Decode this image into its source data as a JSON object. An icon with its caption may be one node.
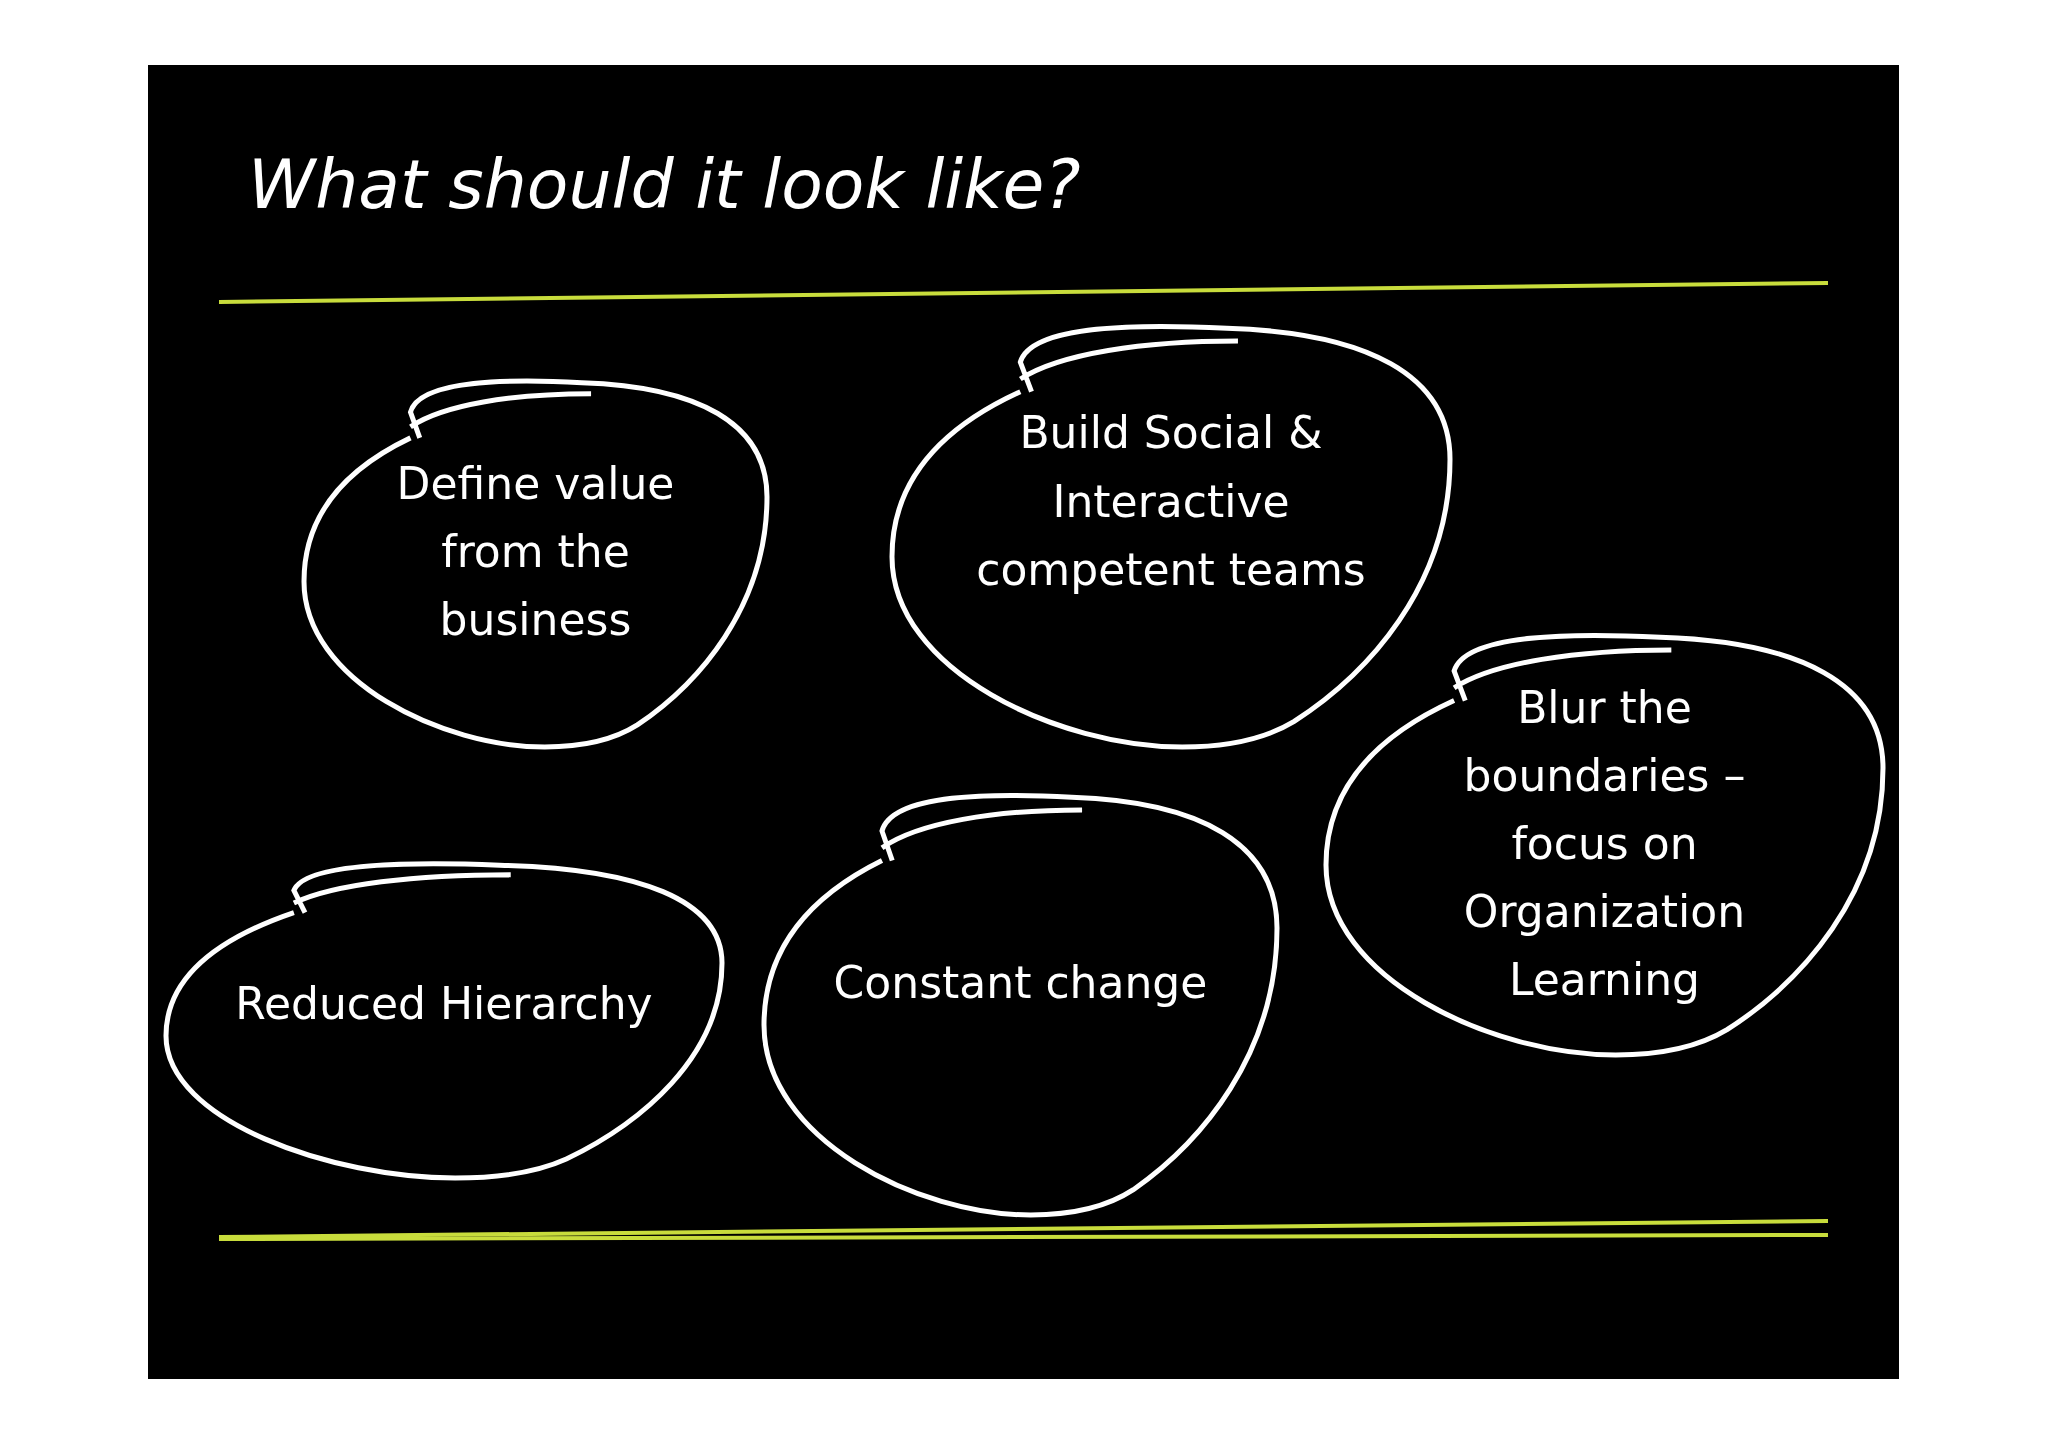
{
  "diagram": {
    "title": "What should it look like?",
    "nodes": [
      {
        "text": [
          "Define value from the business"
        ]
      },
      {
        "text": [
          "Build Social & Interactive competent teams"
        ]
      },
      {
        "text": [
          "Reduced Hierarchy"
        ]
      },
      {
        "text": [
          "Constant change"
        ]
      },
      {
        "text": [
          "Blur the boundaries – focus on Organization Learning"
        ]
      }
    ]
  }
}
